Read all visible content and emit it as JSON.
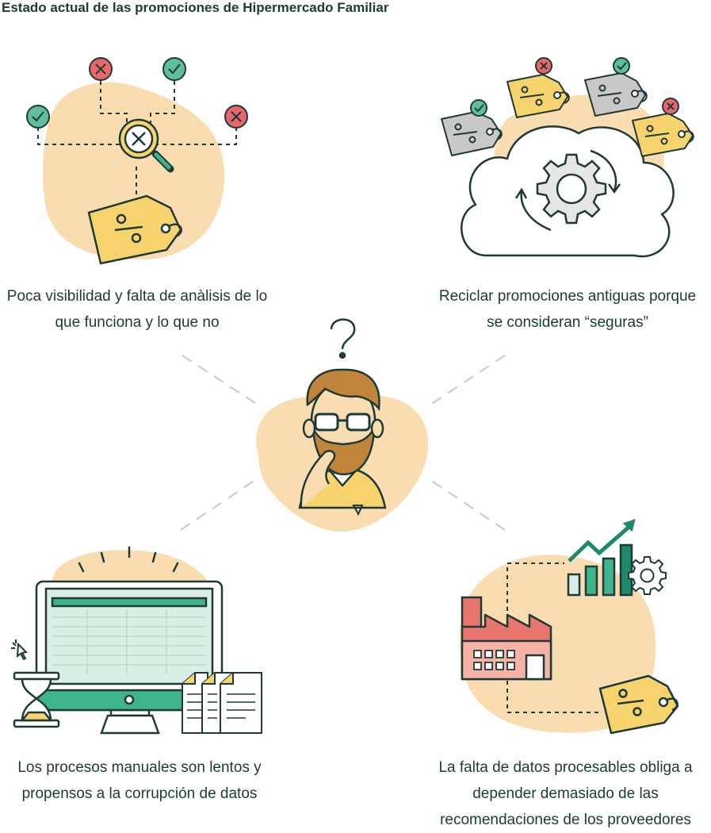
{
  "title": "Estado actual de las promociones de Hipermercado Familiar",
  "captions": {
    "top_left": "Poca visibilidad y falta de anàlisis de lo que funciona y lo que no",
    "top_right": "Reciclar promociones antiguas porque se consideran “seguras”",
    "bottom_left": "Los procesos manuales son lentos y propensos a la corrupción de datos",
    "bottom_right": "La falta de datos procesables obliga a depender demasiado de las recomendaciones de los proveedores"
  },
  "colors": {
    "blob": "#f9ddb0",
    "ink": "#1e3a37",
    "tag_yellow": "#f7d36d",
    "tag_gray": "#c8c8c8",
    "check_green": "#5fbf9a",
    "cross_red": "#e8676b",
    "screen_green": "#3fb38a",
    "factory_red": "#e8766f",
    "bar_green": "#1f8a6a"
  },
  "icons": [
    "magnifier-icon",
    "price-tag-icon",
    "check-icon",
    "cross-icon",
    "gear-icon",
    "cloud-icon",
    "question-mark-icon",
    "monitor-icon",
    "hourglass-icon",
    "document-icon",
    "factory-icon",
    "trend-arrow-icon"
  ]
}
